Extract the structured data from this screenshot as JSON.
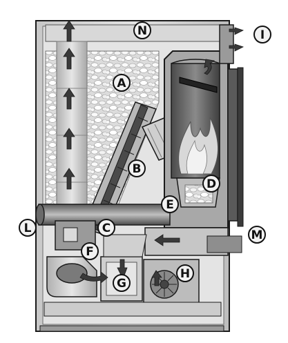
{
  "labels": {
    "A": "A",
    "B": "B",
    "C": "C",
    "D": "D",
    "E": "E",
    "F": "F",
    "G": "G",
    "H": "H",
    "I": "I",
    "L": "L",
    "M": "M",
    "N": "N"
  },
  "colors": {
    "casing": "#d4d4d4",
    "casing_dark": "#9e9e9e",
    "outline": "#1a1a1a",
    "arrow_fill": "#3a3a3a",
    "flame": "#cfcfcf",
    "pellet": "#f4f4f4"
  }
}
